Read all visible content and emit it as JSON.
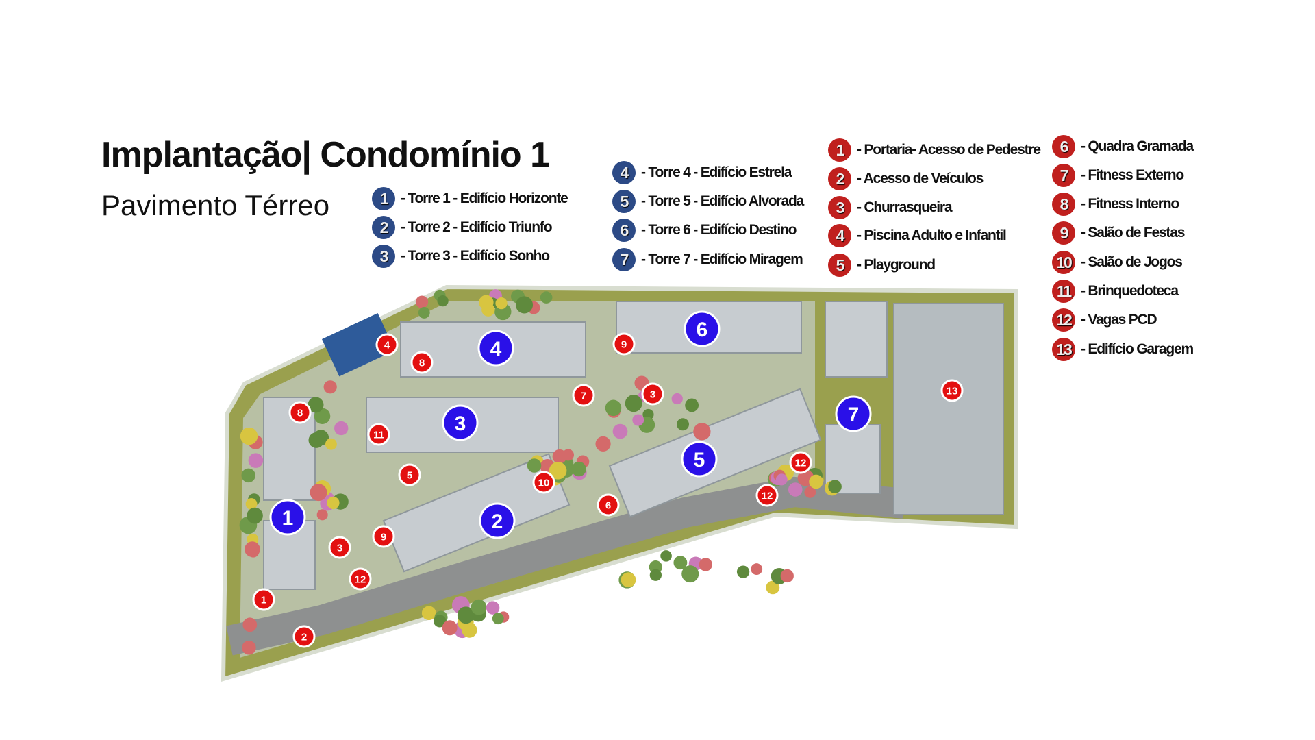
{
  "header": {
    "title": "Implantação| Condomínio 1",
    "subtitle": "Pavimento Térreo"
  },
  "colors": {
    "tower_badge": "#2c4a86",
    "amenity_badge": "#c0201e",
    "tower_marker": "#2a10e8",
    "amenity_marker": "#e31010"
  },
  "towers_legend": [
    {
      "num": "1",
      "label": "- Torre 1 - Edifício Horizonte"
    },
    {
      "num": "2",
      "label": "- Torre 2 - Edifício Triunfo"
    },
    {
      "num": "3",
      "label": "- Torre 3 - Edifício Sonho"
    },
    {
      "num": "4",
      "label": "- Torre 4 - Edifício Estrela"
    },
    {
      "num": "5",
      "label": "- Torre 5 - Edifício Alvorada"
    },
    {
      "num": "6",
      "label": "- Torre 6 - Edifício Destino"
    },
    {
      "num": "7",
      "label": "- Torre 7 - Edifício Miragem"
    }
  ],
  "amenities_legend": [
    {
      "num": "1",
      "label": "- Portaria- Acesso de Pedestre"
    },
    {
      "num": "2",
      "label": "- Acesso de Veículos"
    },
    {
      "num": "3",
      "label": "- Churrasqueira"
    },
    {
      "num": "4",
      "label": "- Piscina Adulto e Infantil"
    },
    {
      "num": "5",
      "label": "- Playground"
    },
    {
      "num": "6",
      "label": "- Quadra Gramada"
    },
    {
      "num": "7",
      "label": "- Fitness Externo"
    },
    {
      "num": "8",
      "label": "- Fitness Interno"
    },
    {
      "num": "9",
      "label": "- Salão de Festas"
    },
    {
      "num": "10",
      "label": "- Salão de Jogos"
    },
    {
      "num": "11",
      "label": "- Brinquedoteca"
    },
    {
      "num": "12",
      "label": "- Vagas PCD"
    },
    {
      "num": "13",
      "label": "- Edifício Garagem"
    }
  ],
  "map": {
    "tower_markers": [
      "1",
      "2",
      "3",
      "4",
      "5",
      "6",
      "7"
    ],
    "amenity_markers": [
      "1",
      "2",
      "3",
      "3",
      "4",
      "5",
      "6",
      "7",
      "8",
      "8",
      "9",
      "9",
      "10",
      "11",
      "12",
      "12",
      "12",
      "13"
    ]
  }
}
